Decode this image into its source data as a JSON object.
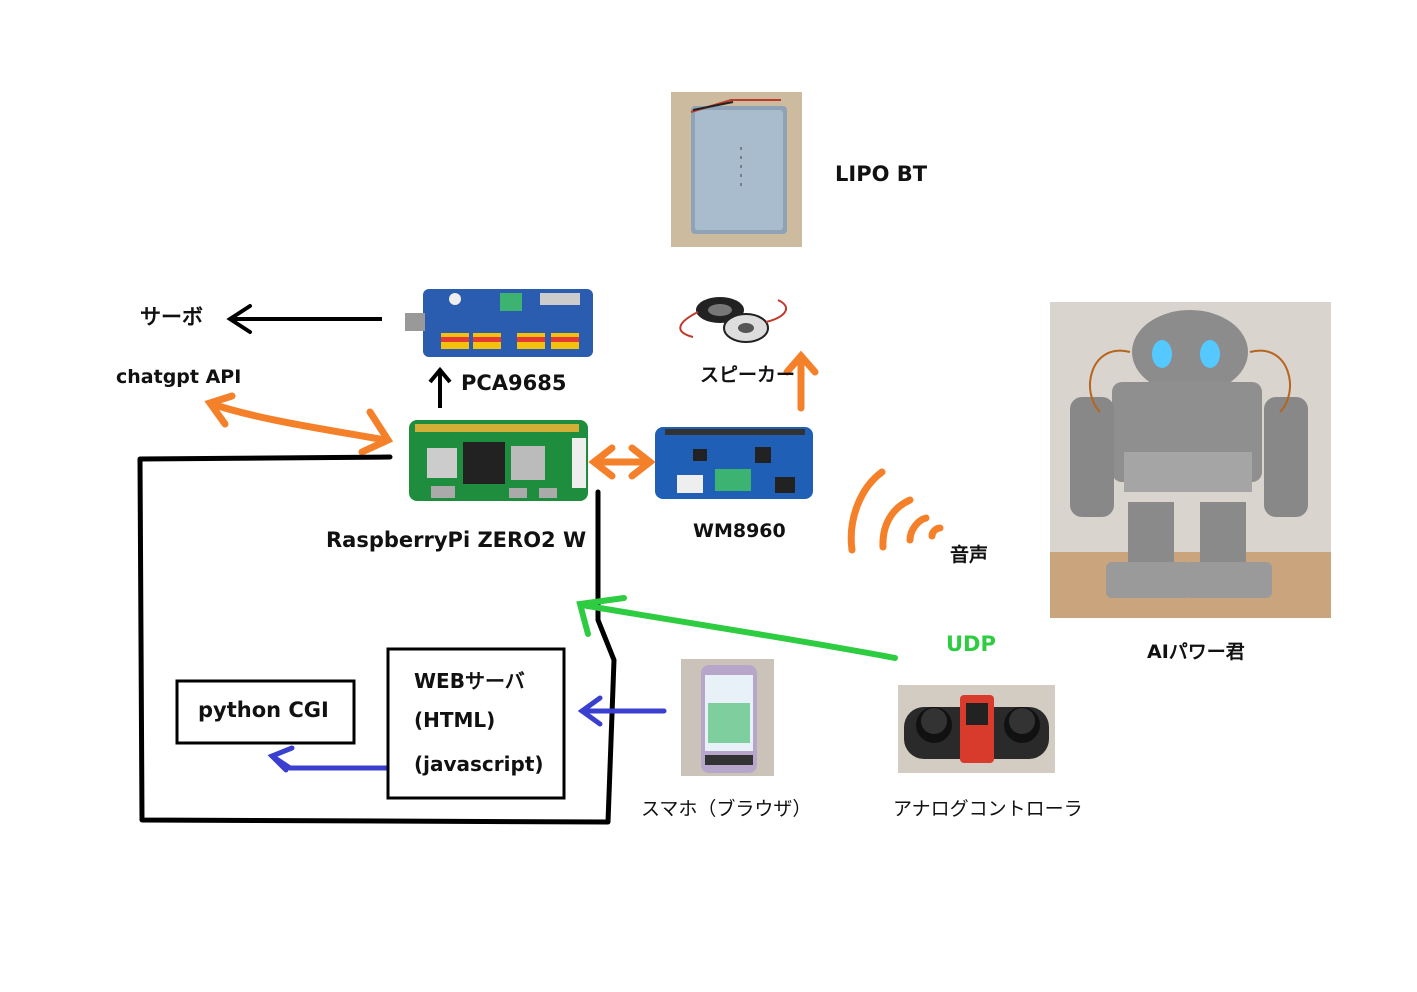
{
  "labels": {
    "lipo": "LIPO BT",
    "servo": "サーボ",
    "chatgpt": "chatgpt API",
    "pca": "PCA9685",
    "speaker": "スピーカー",
    "raspi": "RaspberryPi ZERO2 W",
    "wm": "WM8960",
    "voice": "音声",
    "robot": "AIパワー君",
    "udp": "UDP",
    "web_title": "WEBサーバ",
    "web_html": "(HTML)",
    "web_js": "(javascript)",
    "cgi": "python CGI",
    "phone": "スマホ（ブラウザ）",
    "controller": "アナログコントローラ"
  },
  "colors": {
    "orange": "#f5802a",
    "green": "#2ecc40",
    "blue": "#3a3fd0",
    "black": "#000000"
  }
}
